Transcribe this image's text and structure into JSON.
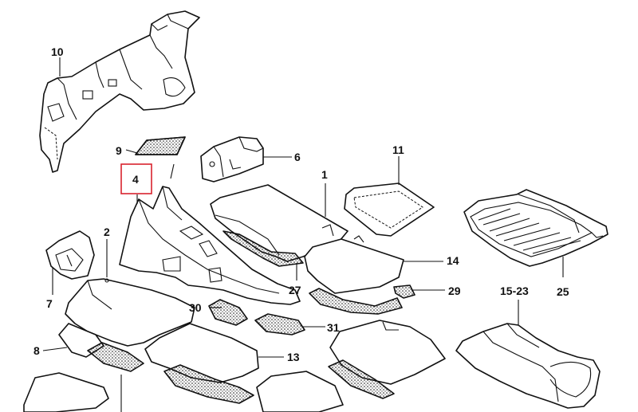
{
  "callouts": {
    "c10": "10",
    "c9": "9",
    "c4": "4",
    "c6": "6",
    "c11": "11",
    "c1": "1",
    "c2": "2",
    "c7": "7",
    "c14": "14",
    "c27": "27",
    "c29": "29",
    "c15_23": "15-23",
    "c25": "25",
    "c30": "30",
    "c31": "31",
    "c8": "8",
    "c13": "13"
  },
  "highlight_color": "#d9232e"
}
